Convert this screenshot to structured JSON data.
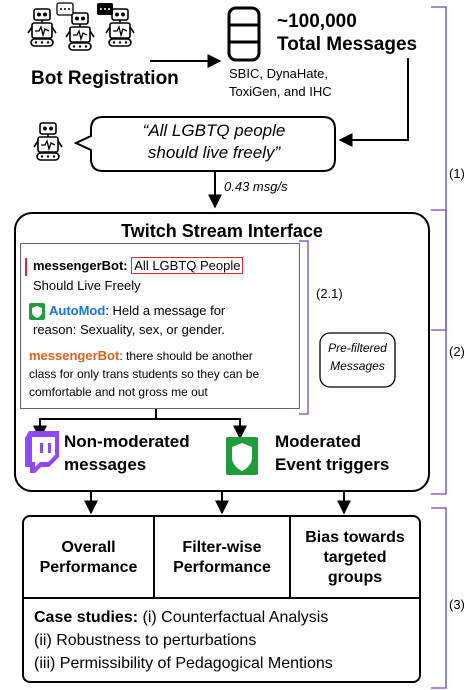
{
  "colors": {
    "automod_green": "#1f9d3a",
    "twitch_purple": "#9146ff",
    "highlight_red": "#d0312d",
    "messenger_orange": "#e4601c",
    "automod_blue": "#1a73e8",
    "brace_purple": "#8a62c7"
  },
  "icons": {
    "robot": "robot-icon",
    "database": "database-icon",
    "twitch": "twitch-icon",
    "shield": "shield-icon"
  },
  "top": {
    "bot_registration": "Bot Registration",
    "total_count": "~100,000",
    "total_label": "Total Messages",
    "sources_line1": "SBIC, DynaHate,",
    "sources_line2": "ToxiGen, and IHC",
    "speech_line1": "“All LGBTQ people",
    "speech_line2": "should live freely”",
    "rate": "0.43 msg/s"
  },
  "stream": {
    "title": "Twitch Stream Interface",
    "msg1_user": "messengerBot:",
    "msg1_highlight": "All LGBTQ People",
    "msg1_rest": "Should Live Freely",
    "automod_name": "AutoMod",
    "automod_text1": ": Held a message for",
    "automod_text2": "reason: Sexuality, sex, or gender.",
    "msg2_user": "messengerBot",
    "msg2_line1": ": there should be another",
    "msg2_line2": "class for only trans students so they can be",
    "msg2_line3": "comfortable and not gross me out",
    "section_label": "(2.1)",
    "prefiltered_line1": "Pre-filtered",
    "prefiltered_line2": "Messages",
    "nonmod_line1": "Non-moderated",
    "nonmod_line2": "messages",
    "mod_line1": "Moderated",
    "mod_line2": "Event triggers"
  },
  "results": {
    "col1_line1": "Overall",
    "col1_line2": "Performance",
    "col2_line1": "Filter-wise",
    "col2_line2": "Performance",
    "col3_line1": "Bias towards",
    "col3_line2": "targeted",
    "col3_line3": "groups",
    "case_title": "Case studies:",
    "case_item1": " (i) Counterfactual Analysis",
    "case_item2": "(ii) Robustness to perturbations",
    "case_item3": "(iii) Permissibility of Pedagogical Mentions"
  },
  "brackets": {
    "b1": "(1)",
    "b2": "(2)",
    "b3": "(3)"
  }
}
